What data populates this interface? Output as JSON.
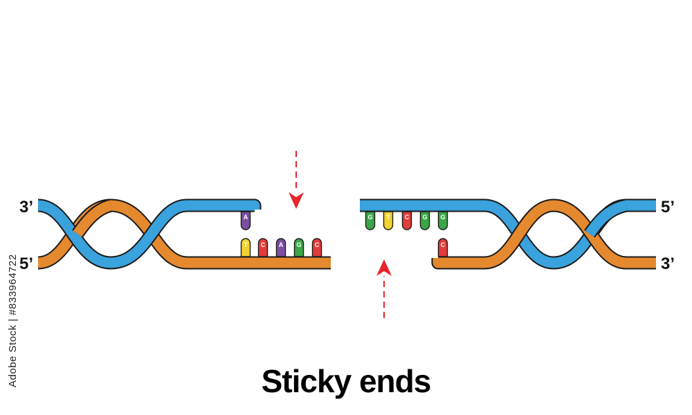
{
  "title": "Sticky ends",
  "stock_id": "Adobe Stock | #833964722",
  "left_fragment": {
    "top_left_label": "3’",
    "bottom_left_label": "5’",
    "top_overhang_base": "A",
    "bottom_overhang_bases": [
      "T",
      "C",
      "A",
      "G",
      "C"
    ]
  },
  "right_fragment": {
    "top_right_label": "5’",
    "bottom_right_label": "3’",
    "top_overhang_bases": [
      "G",
      "T",
      "C",
      "G",
      "G"
    ],
    "bottom_overhang_base": "C"
  },
  "colors": {
    "blue_strand": "#3aa2dc",
    "orange_strand": "#e5892f",
    "outline": "#1a1a1a",
    "arrow": "#e8232a",
    "base_A": "#7b4fa0",
    "base_T": "#f2d230",
    "base_C": "#e23b3b",
    "base_G": "#3aa648"
  }
}
